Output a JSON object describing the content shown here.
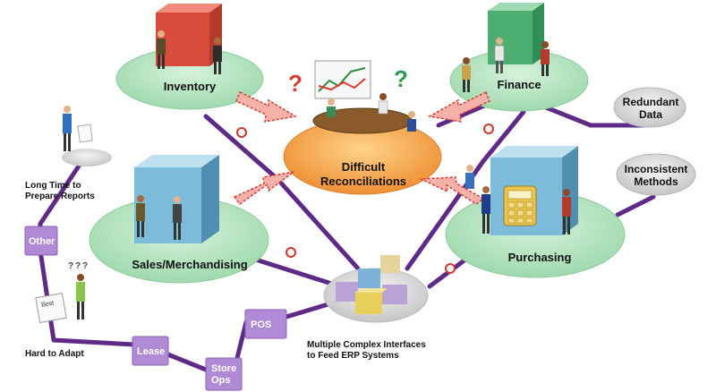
{
  "nodes": {
    "inventory": "Inventory",
    "finance": "Finance",
    "sales": "Sales/Merchandising",
    "purchasing": "Purchasing",
    "reconciliations": [
      "Difficult",
      "Reconciliations"
    ]
  },
  "issues": {
    "redundant": [
      "Redundant",
      "Data"
    ],
    "inconsistent": [
      "Inconsistent",
      "Methods"
    ]
  },
  "notes": {
    "long_time": [
      "Long Time to",
      "Prepare Reports"
    ],
    "hard_to_adapt": "Hard to Adapt",
    "interfaces": [
      "Multiple Complex Interfaces",
      "to Feed ERP Systems"
    ]
  },
  "boxes": {
    "other": "Other",
    "lease": "Lease",
    "pos": "POS",
    "store_ops": [
      "Store",
      "Ops"
    ]
  },
  "props": {
    "question_mark": "?",
    "signboard": "Best"
  },
  "colors": {
    "platform_green": "#b9e6c4",
    "reconciliation_orange": "#f5a44e",
    "pipe_purple": "#5e2a86",
    "box_purple": "#b18ad6",
    "arrow_red": "#d83a2e",
    "cube_red": "#d94b3a",
    "cube_green": "#4dae72",
    "cube_blue": "#6aaed1",
    "cube_yellow": "#e7cf5a"
  }
}
